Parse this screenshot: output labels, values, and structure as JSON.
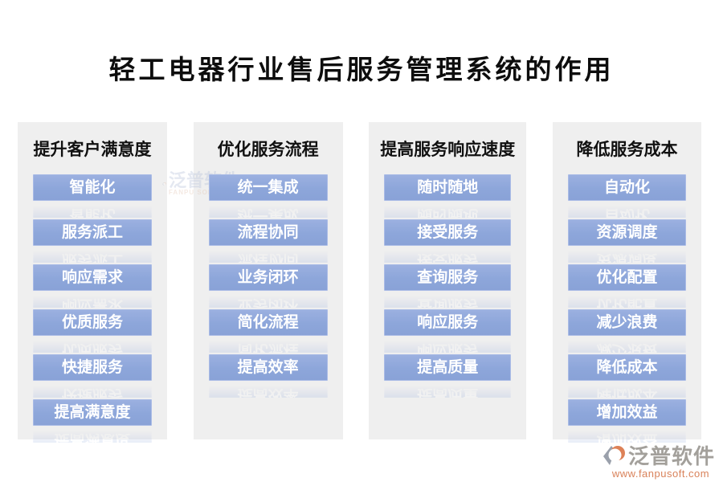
{
  "page": {
    "title": "轻工电器行业售后服务管理系统的作用"
  },
  "columns": [
    {
      "header": "提升客户满意度",
      "items": [
        "智能化",
        "服务派工",
        "响应需求",
        "优质服务",
        "快捷服务",
        "提高满意度"
      ]
    },
    {
      "header": "优化服务流程",
      "items": [
        "统一集成",
        "流程协同",
        "业务闭环",
        "简化流程",
        "提高效率"
      ]
    },
    {
      "header": "提高服务响应速度",
      "items": [
        "随时随地",
        "接受服务",
        "查询服务",
        "响应服务",
        "提高质量"
      ]
    },
    {
      "header": "降低服务成本",
      "items": [
        "自动化",
        "资源调度",
        "优化配置",
        "减少浪费",
        "降低成本",
        "增加效益"
      ]
    }
  ],
  "watermark": {
    "brand": "泛普软件",
    "brand_latin": "FANPU SOFT",
    "url": "www.fanpusoft.com"
  },
  "colors": {
    "item_blue": "#8da6da",
    "panel_gray": "#efefef",
    "title_black": "#0d0d0d",
    "watermark_gray": "#a3a09b",
    "watermark_orange": "#d9825a"
  }
}
